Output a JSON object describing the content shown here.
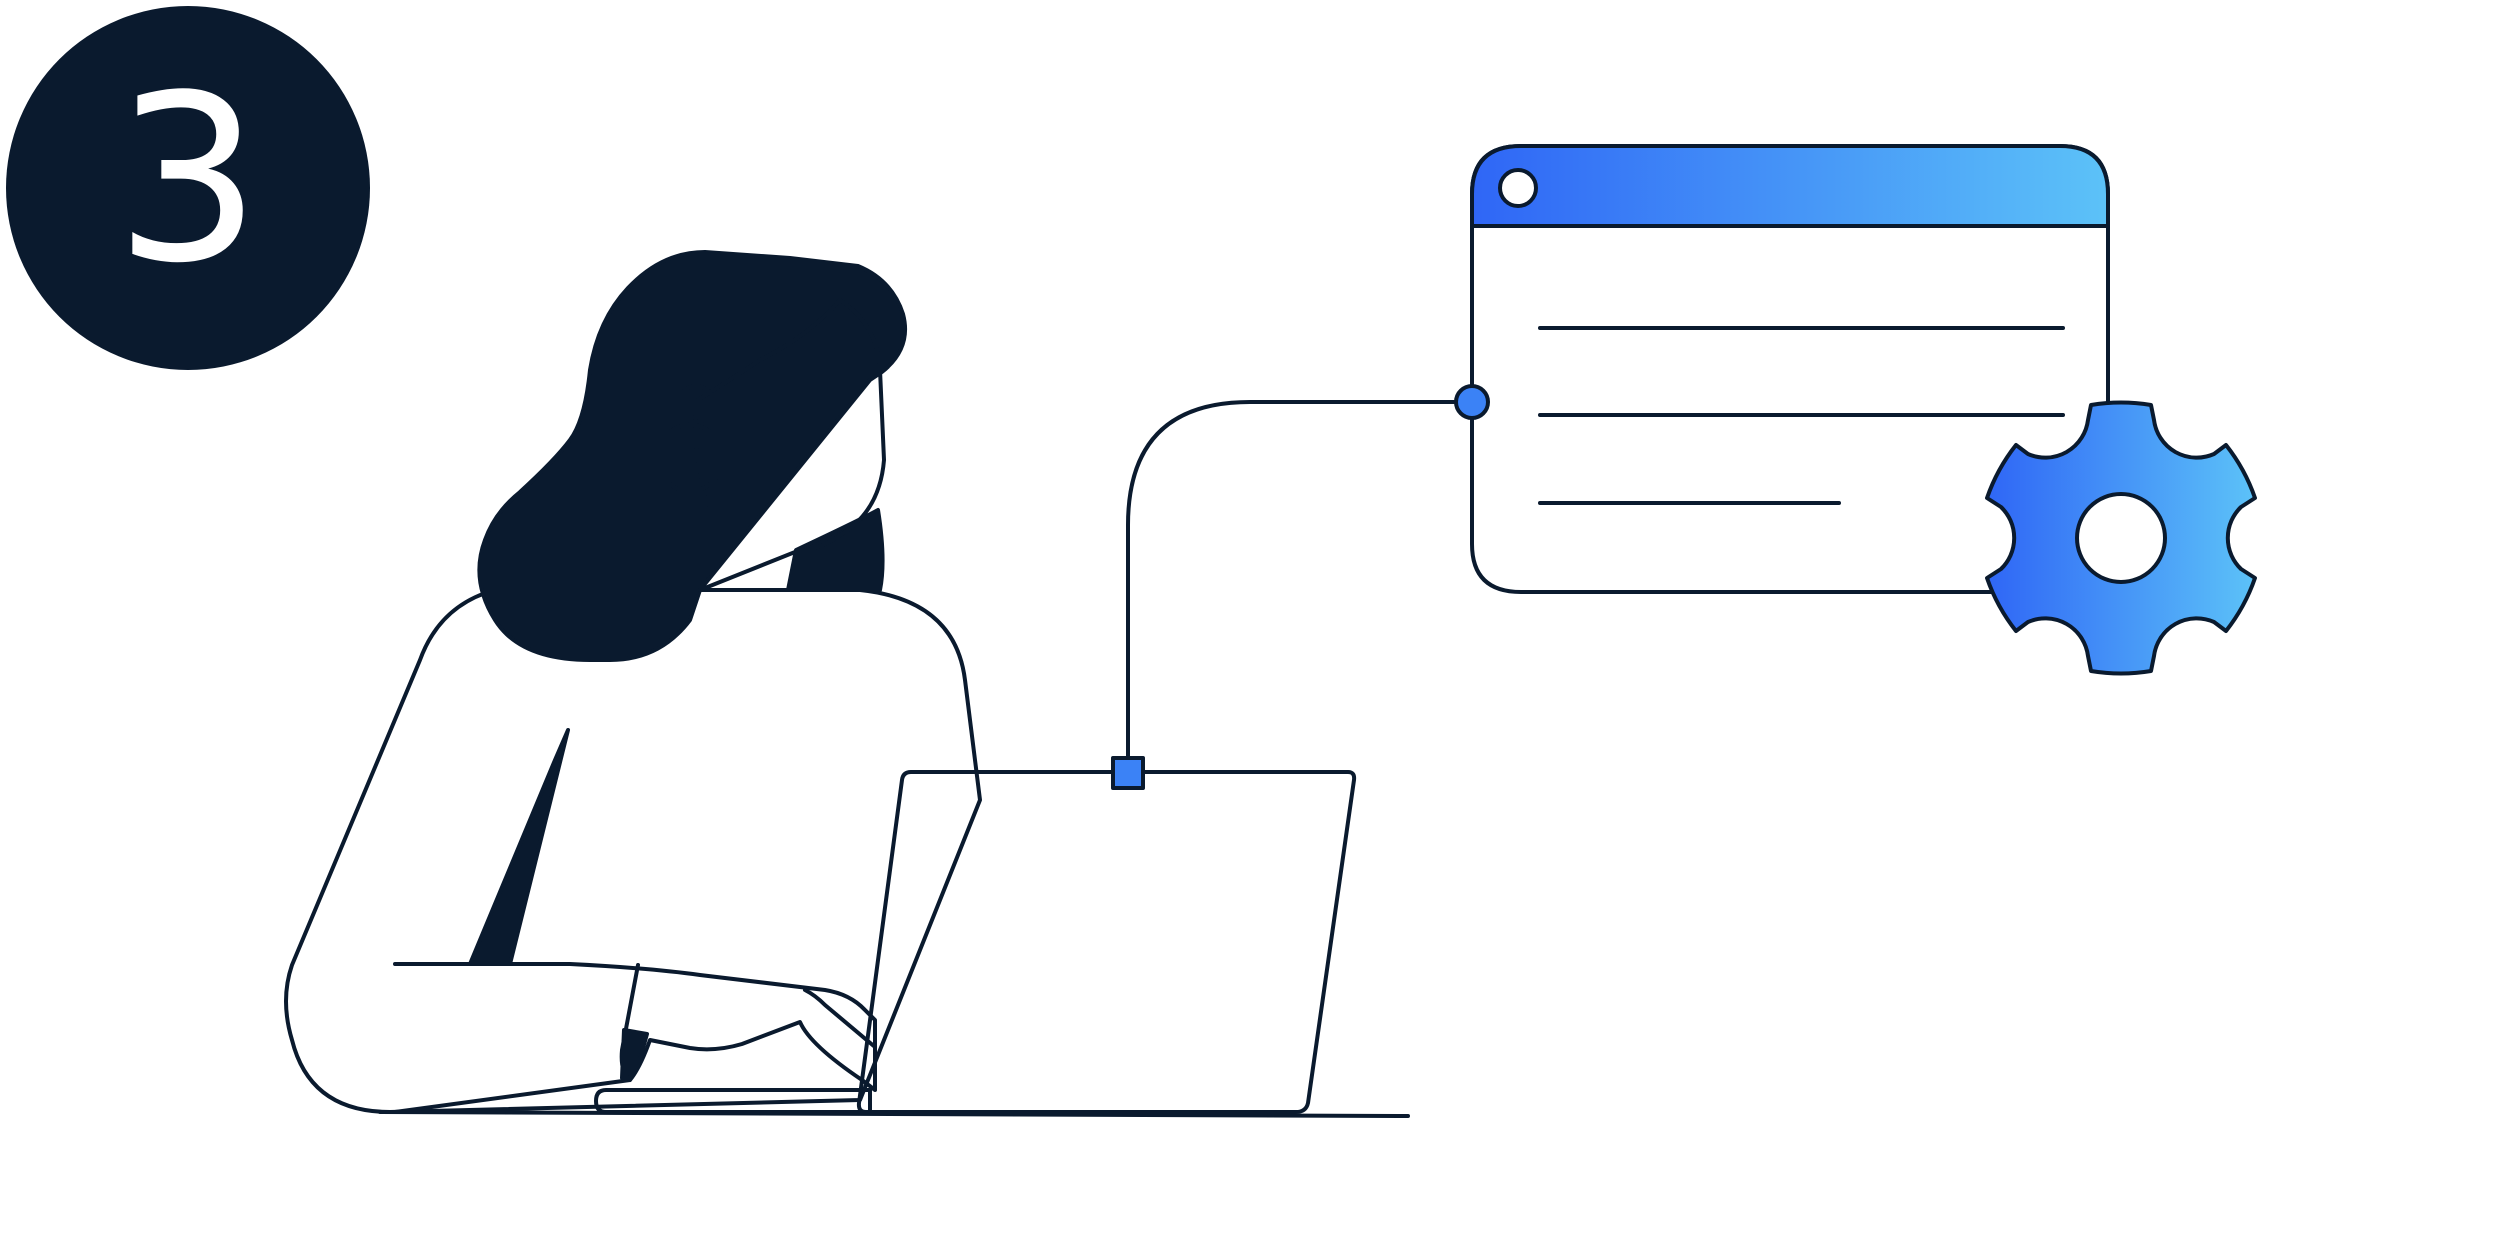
{
  "step_badge": {
    "number": "3"
  },
  "colors": {
    "ink": "#0a1a2e",
    "white": "#ffffff",
    "laptop_screen": "#e0e4ec",
    "gradient_start": "#2f66f6",
    "gradient_end": "#5cc2f8",
    "connector_blue": "#3b82f6"
  },
  "illustration": {
    "person": "woman-with-headset-at-laptop",
    "window_text_lines": 3,
    "settings_icon": "gear-icon"
  }
}
